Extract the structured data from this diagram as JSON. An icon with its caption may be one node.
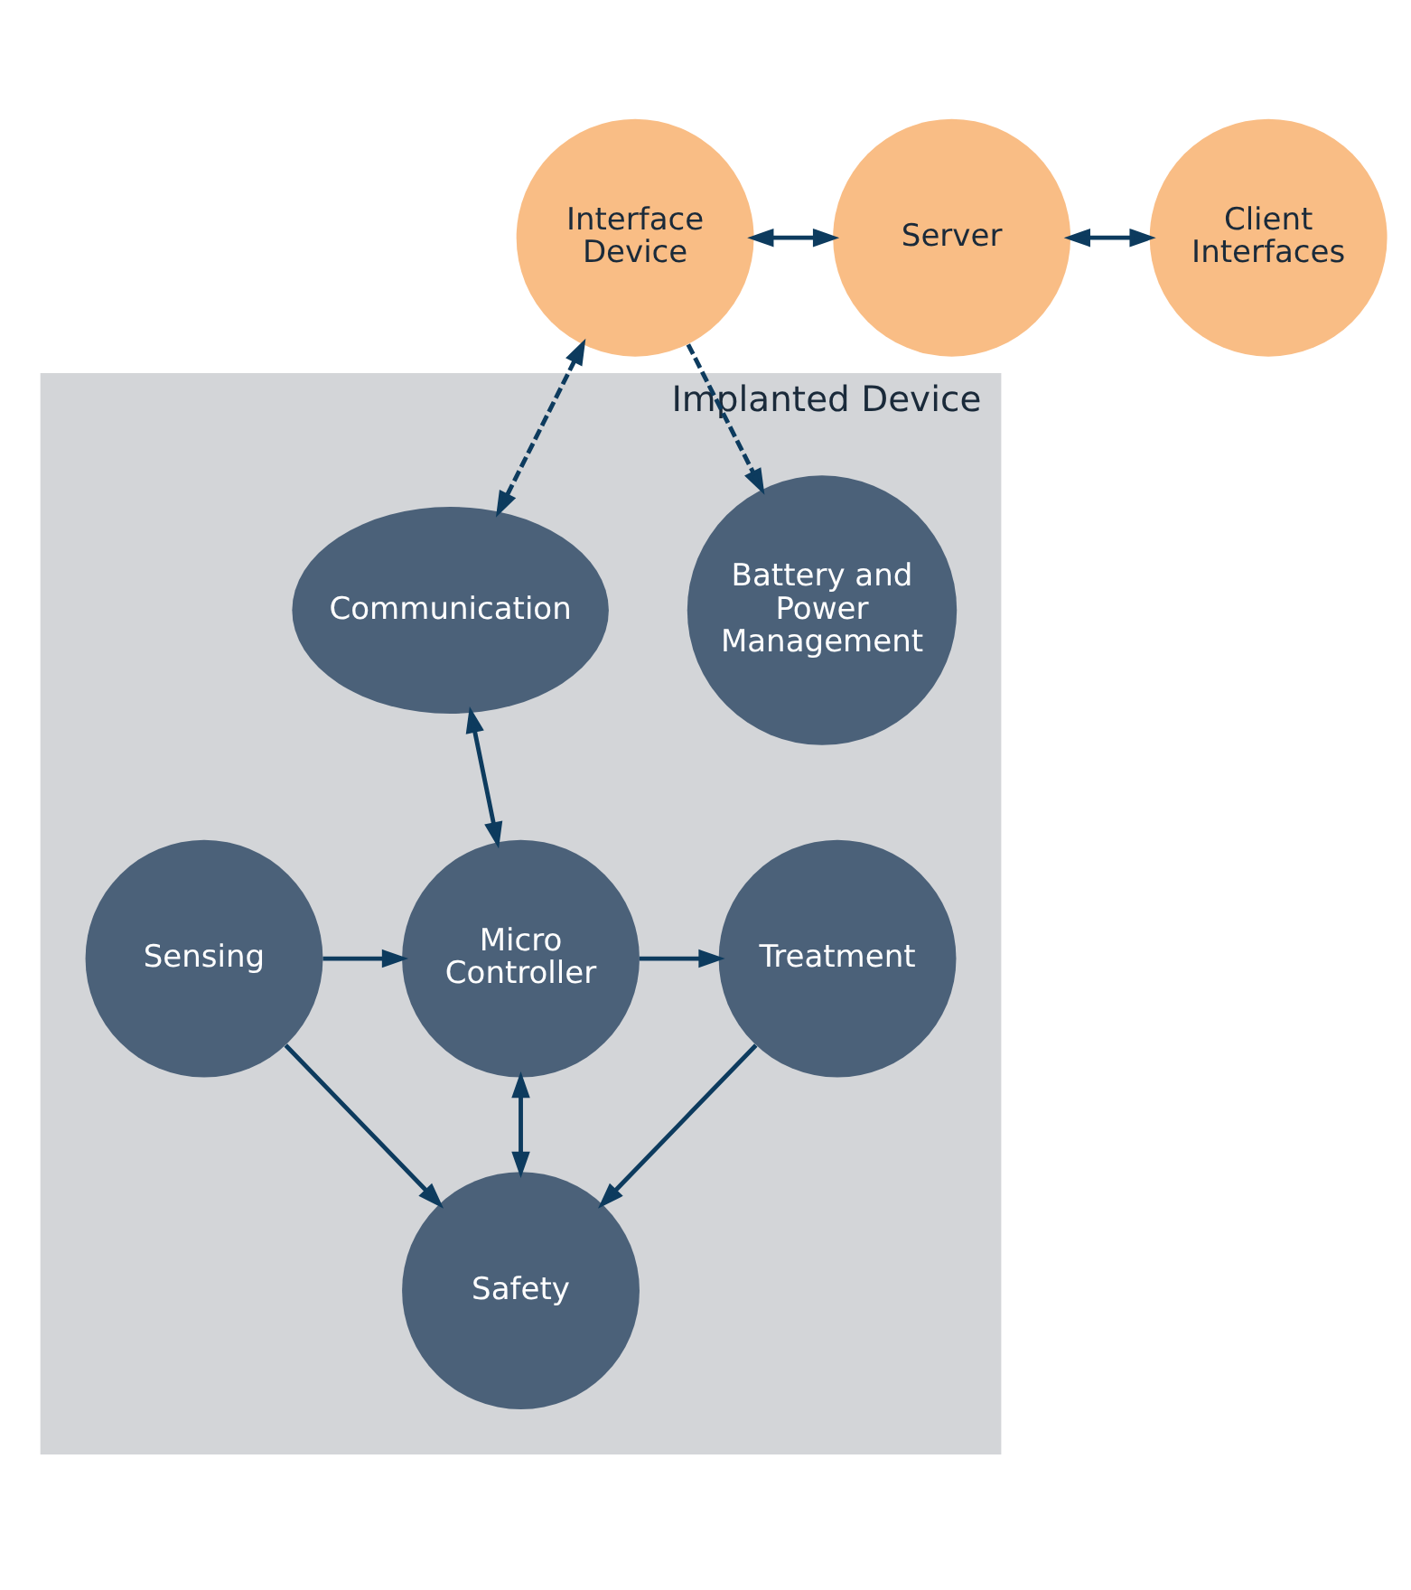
{
  "diagram": {
    "nodes": [
      {
        "text": [
          "Implanted Device"
        ]
      },
      {
        "text": [
          "Interface Device"
        ]
      },
      {
        "text": [
          "Server"
        ]
      },
      {
        "text": [
          "Client Interfaces"
        ]
      },
      {
        "text": [
          "Battery and Power Management"
        ],
        "in": 0
      },
      {
        "text": [
          "Communication"
        ],
        "in": 0
      },
      {
        "text": [
          "Sensing"
        ],
        "in": 0
      },
      {
        "text": [
          "Micro Controller"
        ],
        "in": 0
      },
      {
        "text": [
          "Treatment"
        ],
        "in": 0
      },
      {
        "text": [
          "Safety"
        ],
        "in": 0
      }
    ],
    "edges": [
      {
        "from": 1,
        "to": 2,
        "arrow": "both"
      },
      {
        "from": 2,
        "to": 3,
        "arrow": "both"
      },
      {
        "from": 1,
        "to": 4,
        "arrow": "to",
        "style": "dashed"
      },
      {
        "from": 1,
        "to": 5,
        "arrow": "both",
        "style": "dashed"
      },
      {
        "from": 5,
        "to": 7,
        "arrow": "both"
      },
      {
        "from": 6,
        "to": 7,
        "arrow": "to"
      },
      {
        "from": 7,
        "to": 8,
        "arrow": "to"
      },
      {
        "from": 7,
        "to": 9,
        "arrow": "both"
      },
      {
        "from": 6,
        "to": 9,
        "arrow": "to"
      },
      {
        "from": 8,
        "to": 9,
        "arrow": "to"
      }
    ]
  }
}
